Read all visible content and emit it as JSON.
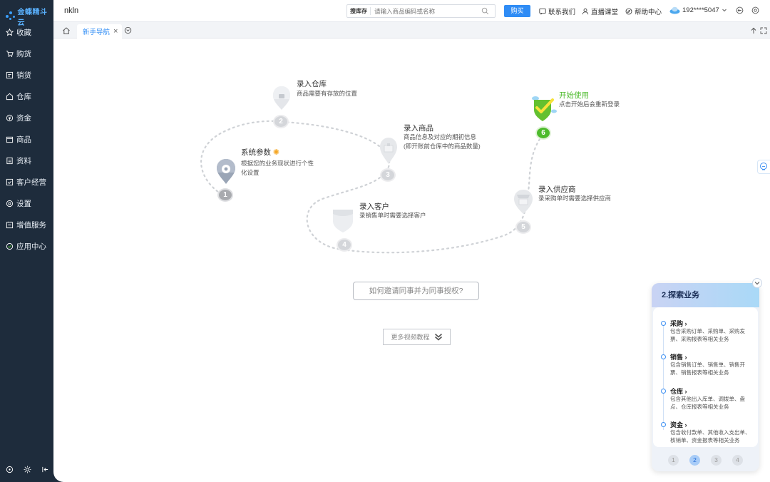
{
  "brand": {
    "name": "金蝶精斗云",
    "color": "#3aa0ff"
  },
  "sidebar": {
    "items": [
      {
        "label": "收藏",
        "icon": "star-icon"
      },
      {
        "label": "购货",
        "icon": "cart-icon"
      },
      {
        "label": "销货",
        "icon": "receipt-icon"
      },
      {
        "label": "仓库",
        "icon": "warehouse-icon"
      },
      {
        "label": "资金",
        "icon": "money-icon"
      },
      {
        "label": "商品",
        "icon": "box-icon"
      },
      {
        "label": "资料",
        "icon": "document-icon"
      },
      {
        "label": "客户经营",
        "icon": "customer-icon"
      },
      {
        "label": "设置",
        "icon": "gear-icon"
      },
      {
        "label": "增值服务",
        "icon": "service-icon"
      },
      {
        "label": "应用中心",
        "icon": "app-center-icon"
      }
    ]
  },
  "topbar": {
    "shop_name": "nkln",
    "search_category": "搜库存",
    "search_placeholder": "请输入商品编码或名称",
    "buy_label": "购买",
    "contact_label": "联系我们",
    "live_label": "直播课堂",
    "help_label": "帮助中心",
    "user_phone": "192****5047"
  },
  "tabs": {
    "active_label": "新手导航",
    "close_glyph": "×"
  },
  "guide": {
    "steps": [
      {
        "num": "1",
        "title": "系统参数",
        "desc": "根据您的业务现状进行个性化设置"
      },
      {
        "num": "2",
        "title": "录入仓库",
        "desc": "商品需要有存放的位置"
      },
      {
        "num": "3",
        "title": "录入商品",
        "desc": "商品信息及对应的期初信息(即开账前仓库中的商品数量)"
      },
      {
        "num": "4",
        "title": "录入客户",
        "desc": "录销售单时需要选择客户"
      },
      {
        "num": "5",
        "title": "录入供应商",
        "desc": "录采购单时需要选择供应商"
      },
      {
        "num": "6",
        "title": "开始使用",
        "desc": "点击开始后会重新登录"
      }
    ],
    "invite_label": "如何邀请同事并为同事授权?",
    "video_label": "更多视频教程"
  },
  "explore_panel": {
    "title": "2.探索业务",
    "items": [
      {
        "name": "采购",
        "desc": "包含采购订单、采购单、采购发票、采购报表等相关业务"
      },
      {
        "name": "销售",
        "desc": "包含销售订单、销售单、销售开票、销售报表等相关业务"
      },
      {
        "name": "仓库",
        "desc": "包含其他出入库单、调拨单、盘点、仓库报表等相关业务"
      },
      {
        "name": "资金",
        "desc": "包含收付款单、其他收入支出单、核销单、资金报表等相关业务"
      }
    ],
    "pages": [
      "1",
      "2",
      "3",
      "4"
    ],
    "active_page": 2
  },
  "colors": {
    "sidebar_bg": "#1e2c3c",
    "accent": "#2f8cf5",
    "start_green": "#4dbb2c"
  }
}
